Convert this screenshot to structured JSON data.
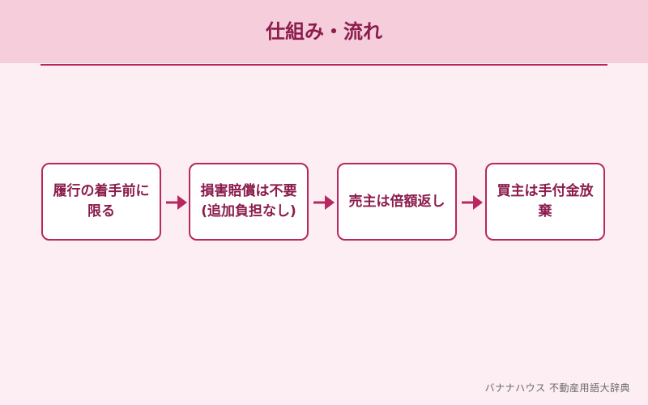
{
  "header": {
    "title": "仕組み・流れ"
  },
  "flow": {
    "steps": [
      {
        "label": "履行の着手前に限る"
      },
      {
        "label": "損害賠償は不要(追加負担なし)"
      },
      {
        "label": "売主は倍額返し"
      },
      {
        "label": "買主は手付金放棄"
      }
    ]
  },
  "footer": {
    "credit": "バナナハウス 不動産用語大辞典"
  },
  "colors": {
    "header_bg": "#f5cddb",
    "page_bg": "#fdeef3",
    "accent": "#b8275f",
    "title_text": "#8b1c4c"
  }
}
